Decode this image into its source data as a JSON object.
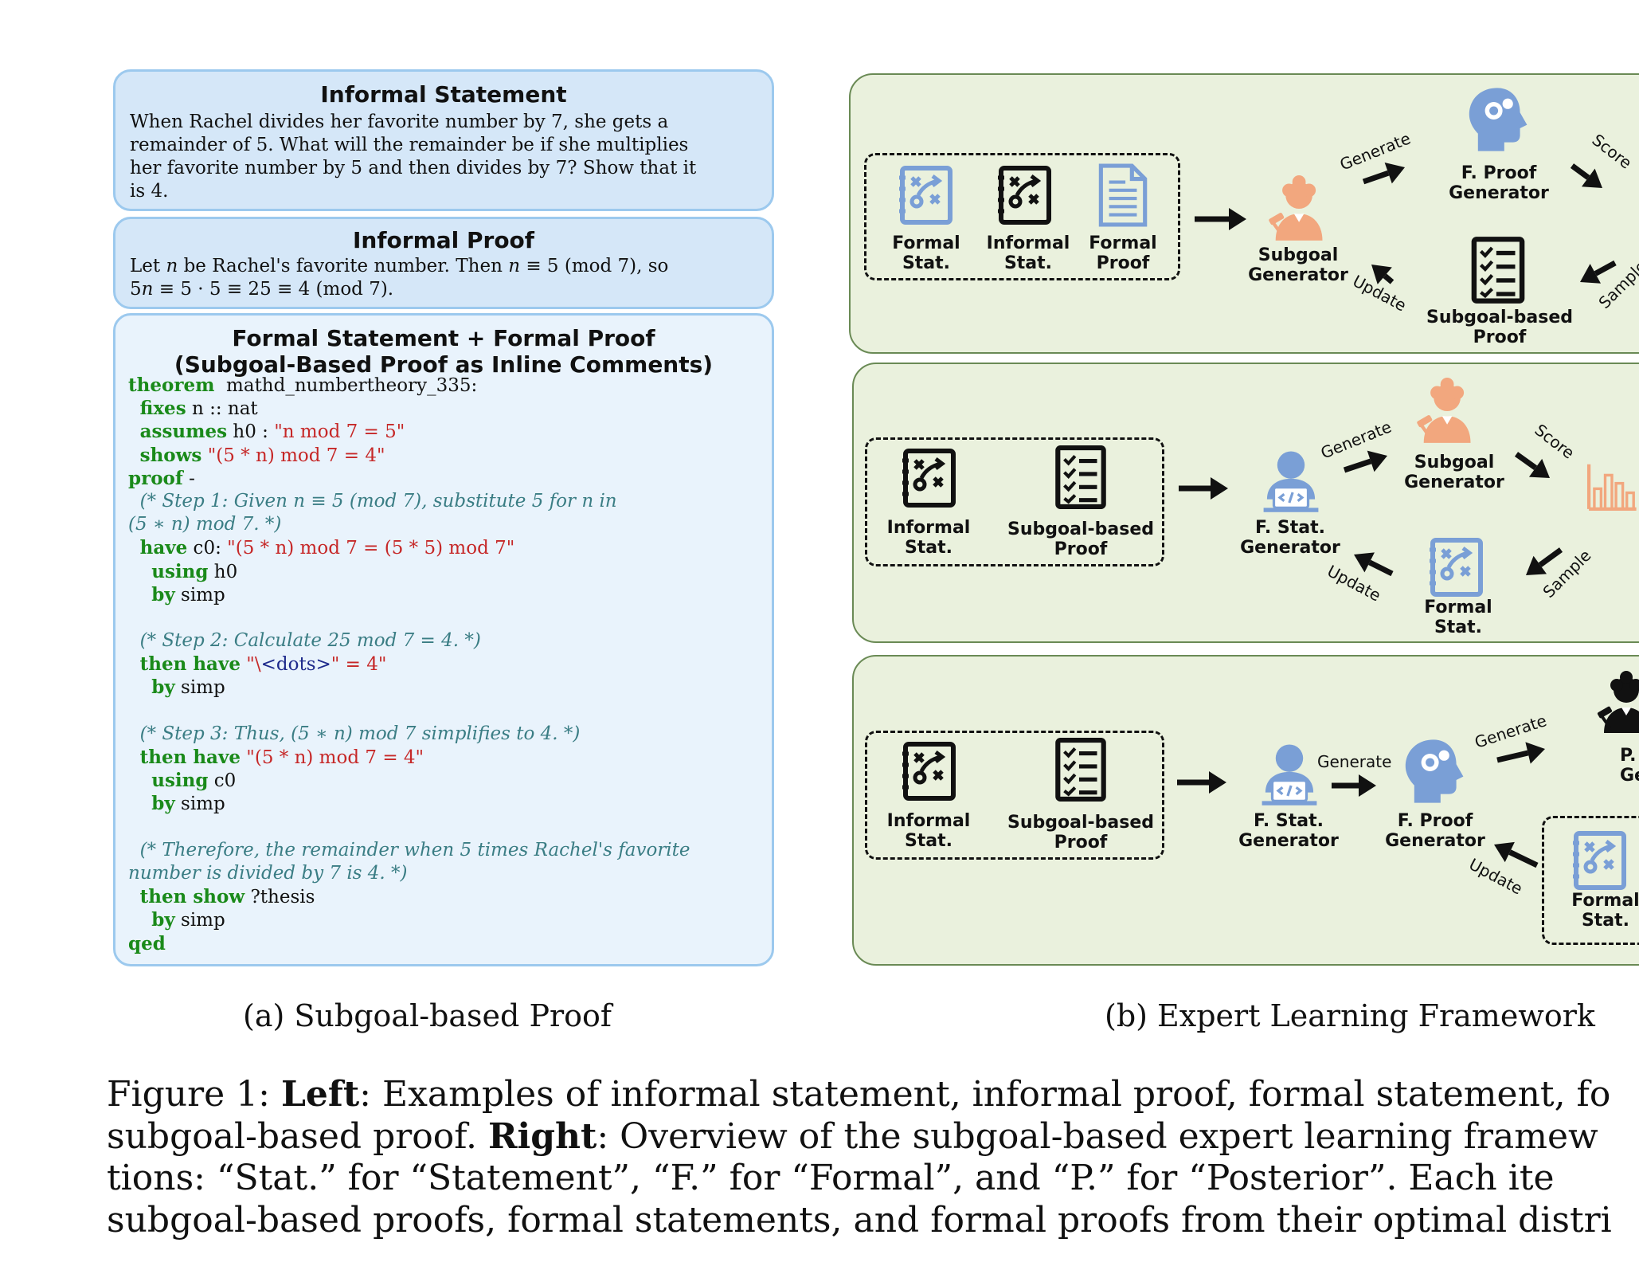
{
  "left": {
    "informal_statement": {
      "title": "Informal Statement",
      "lines": [
        "When Rachel divides her favorite number by 7, she gets a",
        "remainder of 5. What will the remainder be if she multiplies",
        "her favorite number by 5 and then divides by 7? Show that it",
        "is 4."
      ]
    },
    "informal_proof": {
      "title": "Informal Proof",
      "line1": "Let 𝑛 be Rachel's favorite number. Then 𝑛 ≡ 5  (mod 7), so",
      "line2": "5𝑛 ≡ 5 · 5 ≡ 25 ≡ 4 (mod 7)."
    },
    "formal": {
      "title1": "Formal Statement + Formal Proof",
      "title2": "(Subgoal-Based Proof as Inline Comments)",
      "code": [
        [
          [
            "kw",
            "theorem"
          ],
          [
            "",
            "  mathd_numbertheory_335:"
          ]
        ],
        [
          [
            "",
            "  "
          ],
          [
            "kw",
            "fixes"
          ],
          [
            "",
            " n :: nat"
          ]
        ],
        [
          [
            "",
            "  "
          ],
          [
            "kw",
            "assumes"
          ],
          [
            "",
            " h0 : "
          ],
          [
            "str",
            "\"n mod 7 = 5\""
          ]
        ],
        [
          [
            "",
            "  "
          ],
          [
            "kw",
            "shows"
          ],
          [
            "str",
            " \"(5 * n) mod 7 = 4\""
          ]
        ],
        [
          [
            "kw",
            "proof"
          ],
          [
            "",
            " -"
          ]
        ],
        [
          [
            "cm",
            "  (* Step 1: Given 𝑛 ≡ 5 (mod 7), substitute 5 for 𝑛 in"
          ]
        ],
        [
          [
            "cm",
            "(5 ∗ 𝑛) mod 7. *)"
          ]
        ],
        [
          [
            "",
            "  "
          ],
          [
            "kw",
            "have"
          ],
          [
            "",
            " c0: "
          ],
          [
            "str",
            "\"(5 * n) mod 7 = (5 * 5) mod 7\""
          ]
        ],
        [
          [
            "",
            "    "
          ],
          [
            "kw",
            "using"
          ],
          [
            "",
            " h0"
          ]
        ],
        [
          [
            "",
            "    "
          ],
          [
            "kw",
            "by"
          ],
          [
            "",
            " simp"
          ]
        ],
        [
          [
            "",
            ""
          ]
        ],
        [
          [
            "cm",
            "  (* Step 2: Calculate 25 mod 7 = 4. *)"
          ]
        ],
        [
          [
            "",
            "  "
          ],
          [
            "kw",
            "then have"
          ],
          [
            "str",
            " \"\\"
          ],
          [
            "nv",
            "<dots>"
          ],
          [
            "str",
            "\" = 4\""
          ]
        ],
        [
          [
            "",
            "    "
          ],
          [
            "kw",
            "by"
          ],
          [
            "",
            " simp"
          ]
        ],
        [
          [
            "",
            ""
          ]
        ],
        [
          [
            "cm",
            "  (* Step 3: Thus, (5 ∗ 𝑛) mod 7 simplifies to 4. *)"
          ]
        ],
        [
          [
            "",
            "  "
          ],
          [
            "kw",
            "then have"
          ],
          [
            "str",
            " \"(5 * n) mod 7 = 4\""
          ]
        ],
        [
          [
            "",
            "    "
          ],
          [
            "kw",
            "using"
          ],
          [
            "",
            " c0"
          ]
        ],
        [
          [
            "",
            "    "
          ],
          [
            "kw",
            "by"
          ],
          [
            "",
            " simp"
          ]
        ],
        [
          [
            "",
            ""
          ]
        ],
        [
          [
            "cm",
            "  (* Therefore, the remainder when 5 times Rachel's favorite"
          ]
        ],
        [
          [
            "cm",
            "number is divided by 7 is 4. *)"
          ]
        ],
        [
          [
            "",
            "  "
          ],
          [
            "kw",
            "then show"
          ],
          [
            "",
            " ?thesis"
          ]
        ],
        [
          [
            "",
            "    "
          ],
          [
            "kw",
            "by"
          ],
          [
            "",
            " simp"
          ]
        ],
        [
          [
            "kw",
            "qed"
          ]
        ]
      ]
    },
    "subcaption": "(a) Subgoal-based Proof"
  },
  "right": {
    "subcaption": "(b) Expert Learning Framework",
    "p1": {
      "formal_stat": "Formal\nStat.",
      "informal_stat": "Informal\nStat.",
      "formal_proof": "Formal\nProof",
      "subgoal_gen": "Subgoal\nGenerator",
      "fproof_gen": "F. Proof\nGenerator",
      "subgoal_proof": "Subgoal-based\nProof",
      "generate": "Generate",
      "update": "Update",
      "score": "Score",
      "sample": "Sample"
    },
    "p2": {
      "informal_stat": "Informal\nStat.",
      "subgoal_proof": "Subgoal-based\nProof",
      "fstat_gen": "F. Stat.\nGenerator",
      "subgoal_gen": "Subgoal\nGenerator",
      "formal_stat": "Formal\nStat.",
      "generate": "Generate",
      "update": "Update",
      "score": "Score",
      "sample": "Sample"
    },
    "p3": {
      "informal_stat": "Informal\nStat.",
      "subgoal_proof": "Subgoal-based\nProof",
      "fstat_gen": "F. Stat.\nGenerator",
      "fproof_gen": "F. Proof\nGenerator",
      "psub_gen": "P. Sub\nGener",
      "formal_stat": "Formal\nStat.",
      "generate1": "Generate",
      "generate2": "Generate",
      "update": "Update"
    }
  },
  "caption": {
    "line1_a": "Figure 1: ",
    "line1_b": "Left",
    "line1_c": ": Examples of informal statement, informal proof, formal statement, fo",
    "line2_a": "subgoal-based proof. ",
    "line2_b": "Right",
    "line2_c": ": Overview of the subgoal-based expert learning framew",
    "line3": "tions: “Stat.” for “Statement”, “F.” for “Formal”, and “P.” for “Posterior”. Each ite",
    "line4": "subgoal-based proofs, formal statements, and formal proofs from their optimal distri"
  }
}
